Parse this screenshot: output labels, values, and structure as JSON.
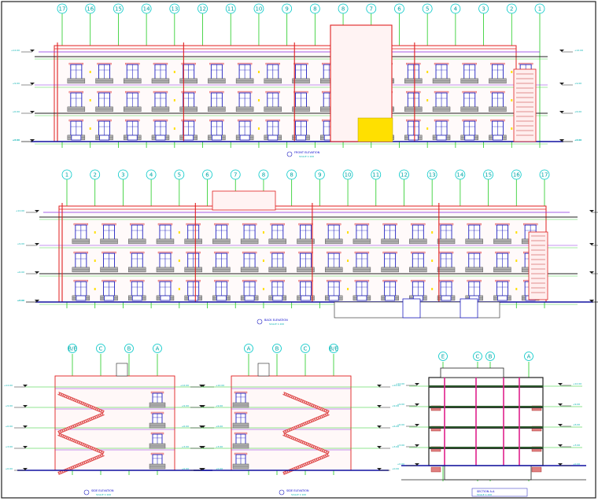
{
  "drawing": {
    "front_elevation": {
      "axis_labels": [
        "17",
        "16",
        "15",
        "14",
        "13",
        "12",
        "11",
        "10",
        "9",
        "8",
        "8",
        "7",
        "6",
        "5",
        "4",
        "3",
        "2",
        "1"
      ],
      "caption": "FRONT ELEVATION",
      "caption_scale": "SCALE 1:100"
    },
    "back_elevation": {
      "axis_labels": [
        "1",
        "2",
        "3",
        "4",
        "5",
        "6",
        "7",
        "8",
        "8",
        "9",
        "10",
        "11",
        "12",
        "13",
        "14",
        "15",
        "16",
        "17"
      ],
      "caption": "BACK ELEVATION",
      "caption_scale": "SCALE 1:100"
    },
    "left_side_elevation": {
      "axis_labels": [
        "B/E",
        "C",
        "B",
        "A"
      ],
      "caption": "SIDE ELEVATION",
      "caption_scale": "SCALE 1:100"
    },
    "right_side_elevation": {
      "axis_labels": [
        "A",
        "B",
        "C",
        "B/E"
      ],
      "caption": "SIDE ELEVATION",
      "caption_scale": "SCALE 1:100"
    },
    "section": {
      "axis_labels": [
        "E",
        "C",
        "B",
        "A"
      ],
      "caption": "SECTION A-A",
      "caption_scale": "SCALE 1:100"
    },
    "level_marks": [
      "+12.00",
      "+9.00",
      "+6.00",
      "+3.00",
      "+0.00"
    ],
    "colors": {
      "axis": "#00c8c8",
      "grid_green": "#22cc22",
      "outline_red": "#e02020",
      "window_blue": "#2020c0",
      "band_purple": "#8a2be2",
      "level_yellow": "#ffe000",
      "balcony_gray": "#909090",
      "frame": "#202020"
    }
  }
}
